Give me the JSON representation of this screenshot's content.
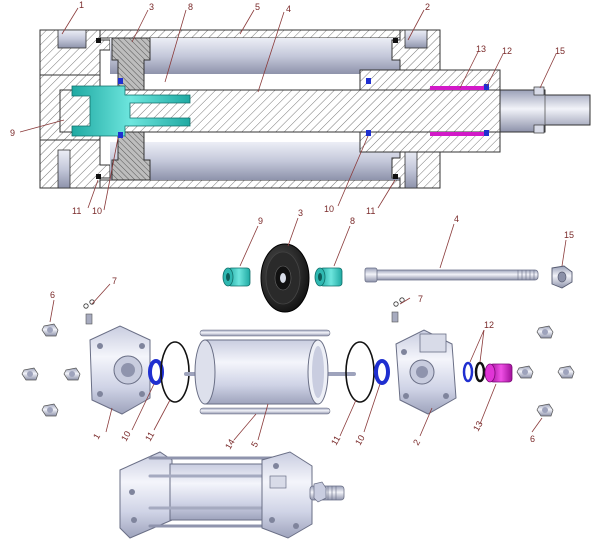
{
  "callouts": {
    "c1_top": "1",
    "c3_top": "3",
    "c8_top": "8",
    "c5_top": "5",
    "c4_top": "4",
    "c2_top": "2",
    "c13_top": "13",
    "c12_top": "12",
    "c15_top": "15",
    "c9_left": "9",
    "c11_bl": "11",
    "c10_bl": "10",
    "c10_br": "10",
    "c11_br": "11",
    "c9_mid": "9",
    "c3_mid": "3",
    "c8_mid": "8",
    "c4_mid": "4",
    "c15_mid": "15",
    "c6_l": "6",
    "c7_l": "7",
    "c7_r": "7",
    "c12_r": "12",
    "c1_ex": "1",
    "c10_ex": "10",
    "c11_ex": "11",
    "c14_ex": "14",
    "c5_ex": "5",
    "c11_ex2": "11",
    "c10_ex2": "10",
    "c2_ex": "2",
    "c13_ex": "13",
    "c6_r": "6"
  },
  "colors": {
    "callout_text": "#7a2a2a",
    "hatch": "#555555",
    "steel_light": "#e6e8f2",
    "steel_mid": "#b9bdd0",
    "steel_dark": "#7f849c",
    "cyan_part": "#39c9c2",
    "blue_seal": "#1f2fd0",
    "magenta_part": "#d21ac8",
    "rubber_black": "#1a1a1a"
  }
}
